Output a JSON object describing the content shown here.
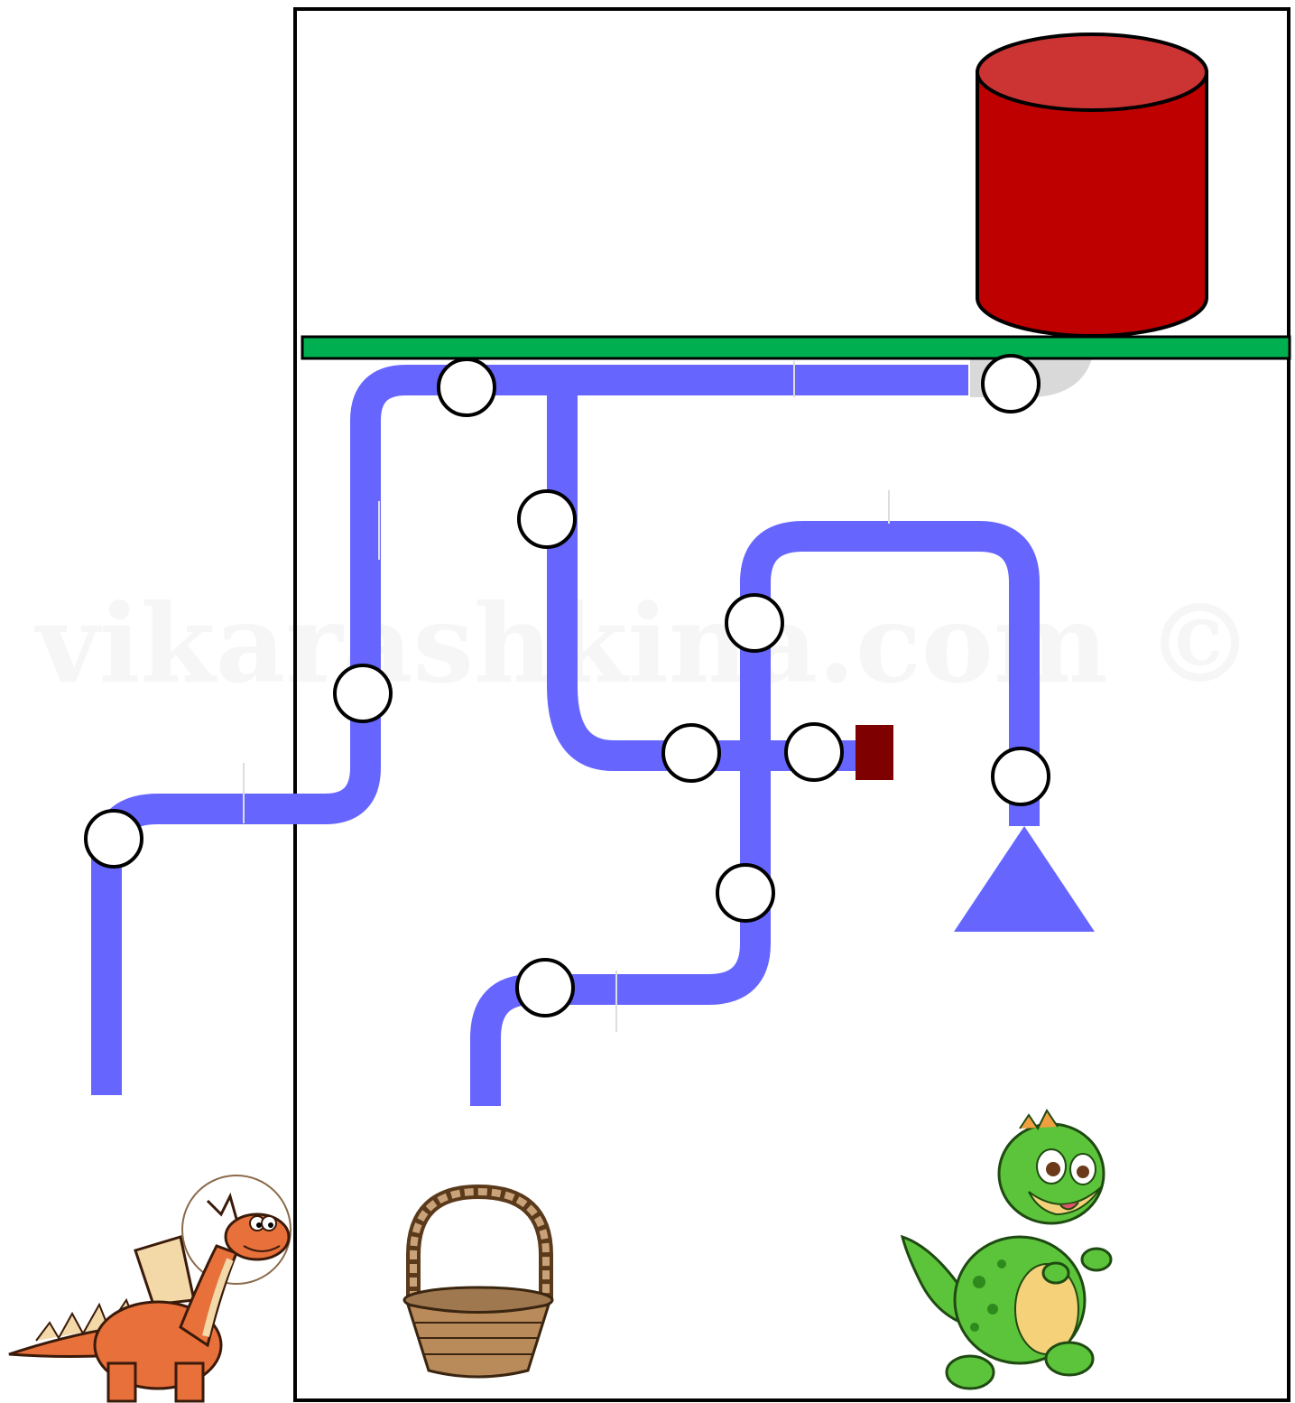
{
  "puzzle": {
    "watermark": "vikarashkina.com ©"
  },
  "colors": {
    "pipe": "#6666ff",
    "tank_body": "#bf0000",
    "tank_top": "#cc3333",
    "shelf": "#00b050",
    "outline": "#000000",
    "valve_fill": "#ffffff",
    "plug": "#7f0000",
    "shadow": "#d9d9d9"
  },
  "elements": {
    "tank": "water-tank",
    "shelf": "shelf",
    "valves": [
      "valve"
    ],
    "plug": "pipe-plug",
    "sprinkler": "funnel-outlet",
    "characters": [
      "orange-dragon",
      "basket",
      "green-dinosaur"
    ]
  }
}
